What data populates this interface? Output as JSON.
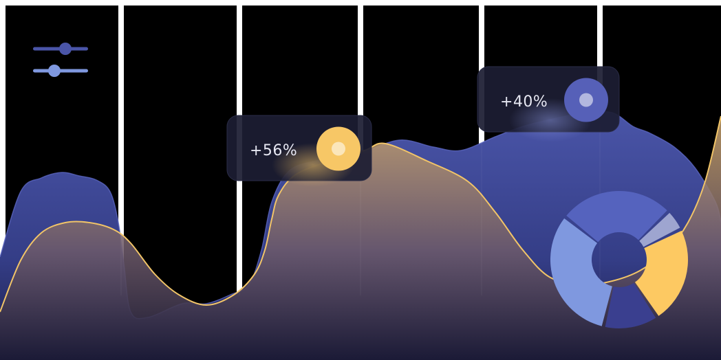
{
  "chart_data": {
    "type": "area",
    "series": [
      {
        "color": "#4a55a8",
        "points": [
          [
            0,
            150
          ],
          [
            30,
            245
          ],
          [
            60,
            265
          ],
          [
            90,
            273
          ],
          [
            115,
            268
          ],
          [
            140,
            262
          ],
          [
            160,
            245
          ],
          [
            172,
            200
          ],
          [
            180,
            140
          ],
          [
            190,
            70
          ],
          [
            215,
            62
          ],
          [
            265,
            82
          ],
          [
            300,
            82
          ],
          [
            335,
            95
          ],
          [
            362,
            110
          ],
          [
            380,
            160
          ],
          [
            395,
            230
          ],
          [
            420,
            275
          ],
          [
            460,
            290
          ],
          [
            520,
            300
          ],
          [
            580,
            320
          ],
          [
            630,
            310
          ],
          [
            670,
            305
          ],
          [
            720,
            325
          ],
          [
            760,
            340
          ],
          [
            800,
            350
          ],
          [
            850,
            360
          ],
          [
            890,
            360
          ],
          [
            920,
            340
          ],
          [
            945,
            330
          ],
          [
            980,
            310
          ],
          [
            1010,
            280
          ],
          [
            1040,
            230
          ],
          [
            1048,
            200
          ]
        ]
      },
      {
        "color": "#f2c568",
        "points": [
          [
            0,
            70
          ],
          [
            30,
            145
          ],
          [
            60,
            185
          ],
          [
            95,
            200
          ],
          [
            130,
            200
          ],
          [
            165,
            190
          ],
          [
            190,
            170
          ],
          [
            225,
            125
          ],
          [
            260,
            95
          ],
          [
            300,
            80
          ],
          [
            340,
            95
          ],
          [
            370,
            125
          ],
          [
            385,
            160
          ],
          [
            395,
            205
          ],
          [
            405,
            240
          ],
          [
            430,
            270
          ],
          [
            480,
            290
          ],
          [
            530,
            305
          ],
          [
            560,
            315
          ],
          [
            620,
            290
          ],
          [
            680,
            260
          ],
          [
            720,
            215
          ],
          [
            760,
            160
          ],
          [
            800,
            120
          ],
          [
            850,
            110
          ],
          [
            890,
            115
          ],
          [
            930,
            130
          ],
          [
            970,
            160
          ],
          [
            1000,
            200
          ],
          [
            1025,
            260
          ],
          [
            1048,
            355
          ]
        ]
      }
    ],
    "callouts": [
      {
        "label": "+56%",
        "dot_color": "#f7c766"
      },
      {
        "label": "+40%",
        "dot_color": "#5660b8"
      }
    ],
    "donut": {
      "segments": [
        {
          "value": 27,
          "color": "#5563be"
        },
        {
          "value": 5,
          "color": "#9ea5d0"
        },
        {
          "value": 23,
          "color": "#fdc962"
        },
        {
          "value": 13,
          "color": "#3a3f8f"
        },
        {
          "value": 32,
          "color": "#7f98df"
        }
      ]
    },
    "legend": [
      {
        "color": "#4a55a8"
      },
      {
        "color": "#7f98df"
      }
    ],
    "gridlines": 6
  }
}
